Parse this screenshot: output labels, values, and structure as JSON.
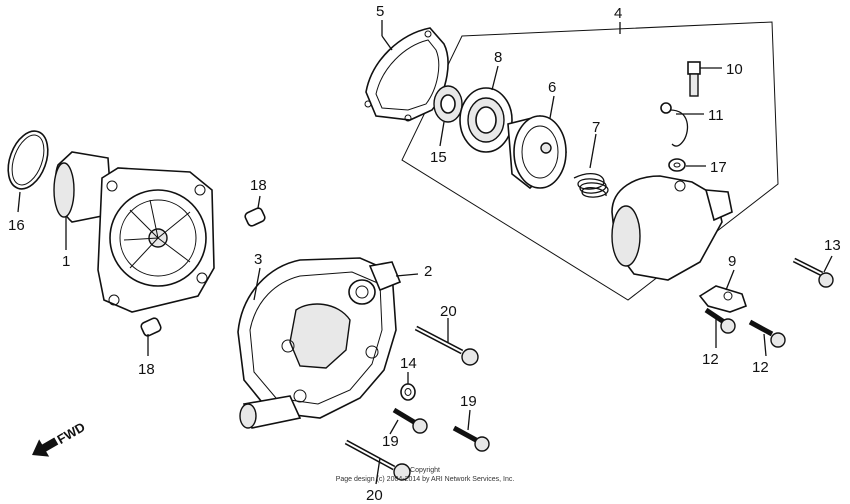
{
  "labels": {
    "l1": "1",
    "l2": "2",
    "l3": "3",
    "l4": "4",
    "l5": "5",
    "l6": "6",
    "l7": "7",
    "l8": "8",
    "l9": "9",
    "l10": "10",
    "l11": "11",
    "l12a": "12",
    "l12b": "12",
    "l13": "13",
    "l14": "14",
    "l15": "15",
    "l16": "16",
    "l17": "17",
    "l18a": "18",
    "l18b": "18",
    "l19a": "19",
    "l19b": "19",
    "l20a": "20",
    "l20b": "20"
  },
  "fwd": "FWD",
  "copyright": {
    "line1": "Copyright",
    "line2": "Page design (c) 2004-2014 by ARI Network Services, Inc."
  }
}
